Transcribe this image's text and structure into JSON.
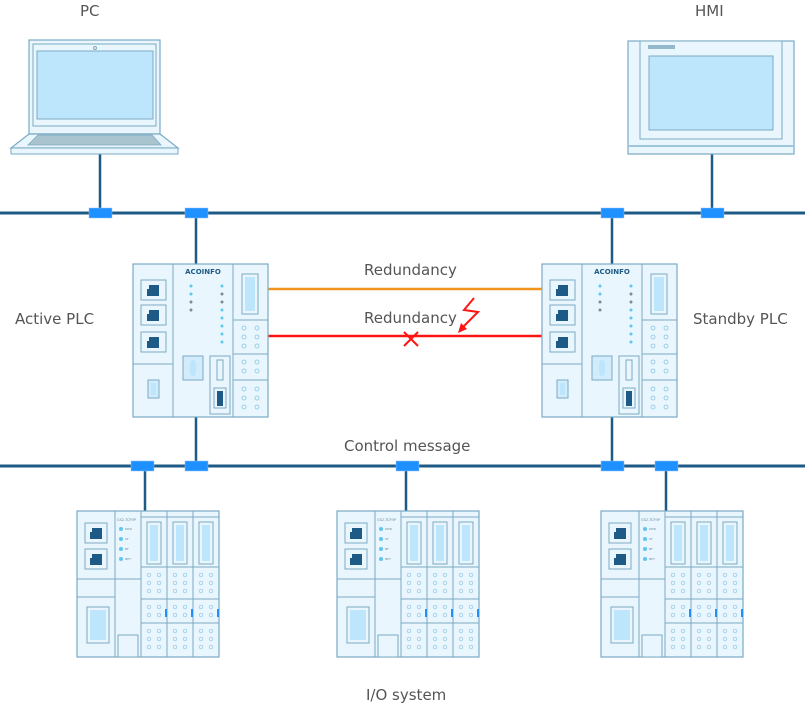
{
  "labels": {
    "pc": "PC",
    "hmi": "HMI",
    "active_plc": "Active PLC",
    "standby_plc": "Standby PLC",
    "redundancy_top": "Redundancy",
    "redundancy_bottom": "Redundancy",
    "control_message": "Control message",
    "io_system": "I/O system",
    "plc_brand": "ACOINFO",
    "io_module_model": "GS2-TCP/IP",
    "io_leds": [
      "PWR",
      "SF",
      "BF",
      "NET"
    ]
  },
  "colors": {
    "bus": "#1d5a85",
    "connector": "#1e90ff",
    "redundancy_ok": "#f0941e",
    "redundancy_fail": "#ff1414",
    "device_fill": "#eaf6fd",
    "device_stroke": "#7aaac4",
    "screen": "#bde6fd",
    "port": "#1d5a85"
  },
  "links": {
    "redundancy_top_status": "ok",
    "redundancy_bottom_status": "broken"
  }
}
